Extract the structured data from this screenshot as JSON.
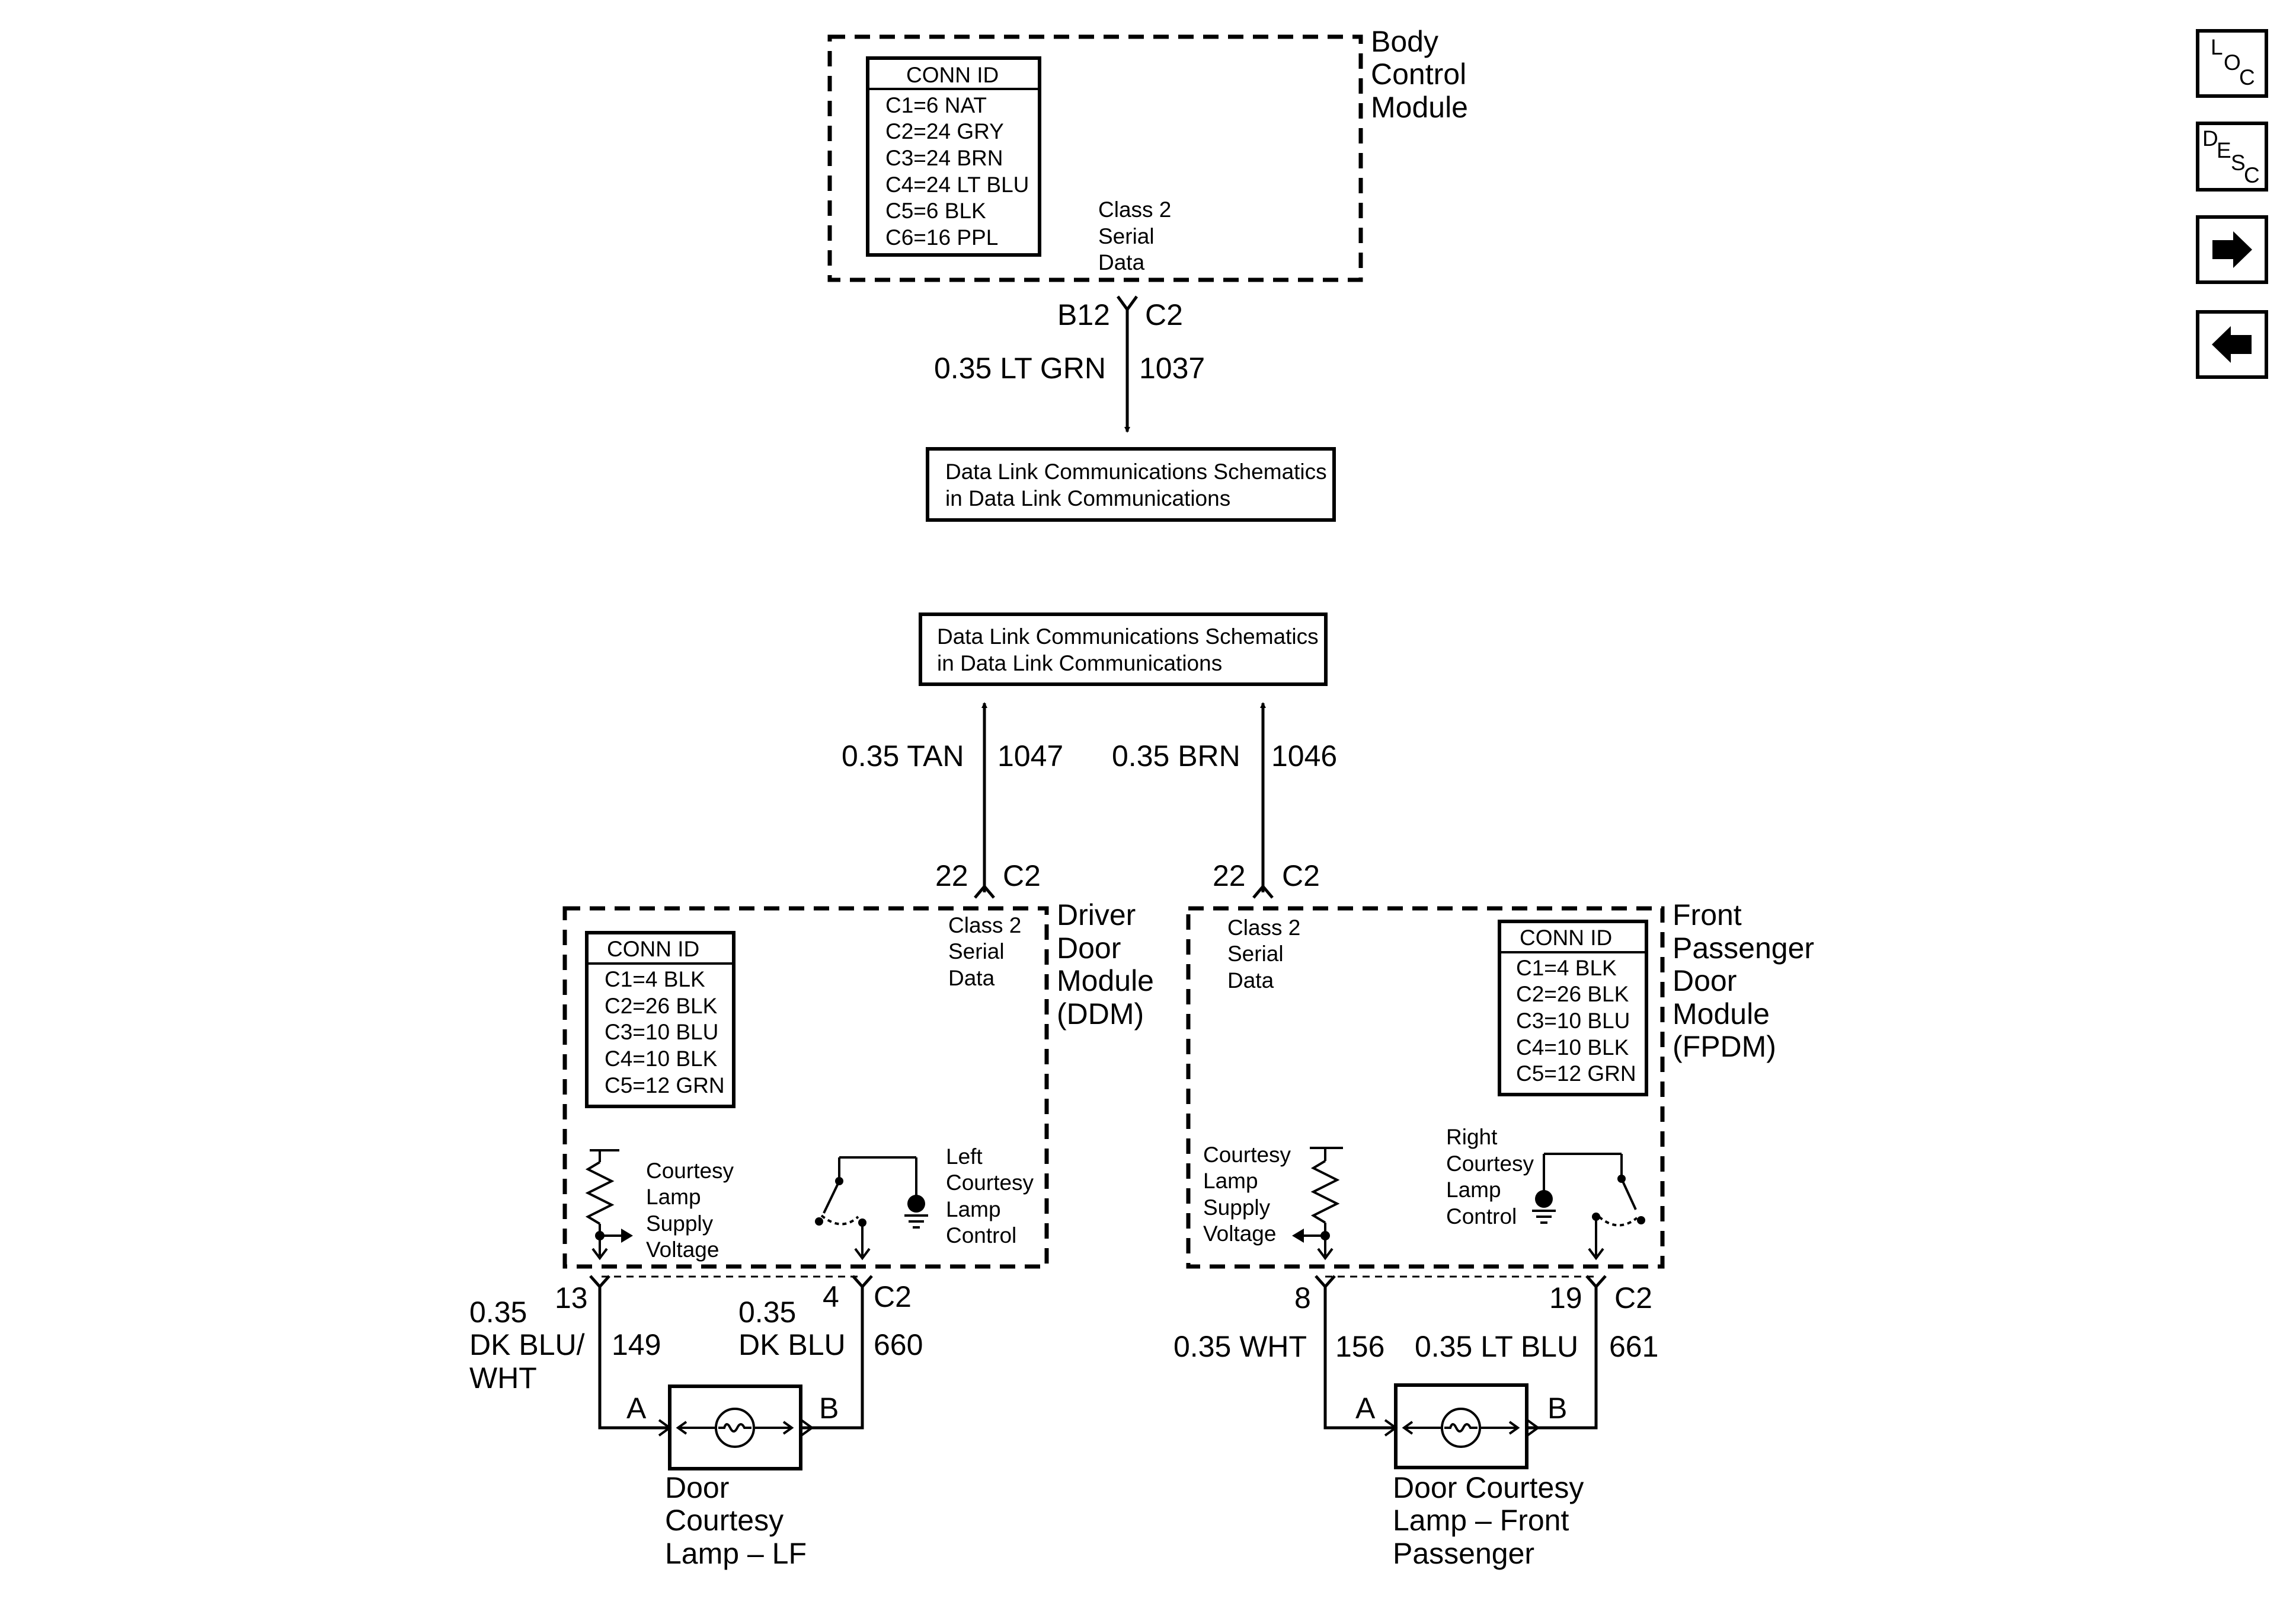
{
  "nav": {
    "loc": {
      "l1": "L",
      "l2": "O",
      "l3": "C"
    },
    "desc": {
      "l1": "D",
      "l2": "E",
      "l3": "S",
      "l4": "C"
    },
    "next_icon": "arrow-right-icon",
    "prev_icon": "arrow-left-icon"
  },
  "bcm": {
    "name": [
      "Body",
      "Control",
      "Module"
    ],
    "conn_title": "CONN ID",
    "conn": [
      "C1=6 NAT",
      "C2=24 GRY",
      "C3=24 BRN",
      "C4=24 LT BLU",
      "C5=6 BLK",
      "C6=16 PPL"
    ],
    "serial": [
      "Class 2",
      "Serial",
      "Data"
    ],
    "pin": "B12",
    "connector": "C2",
    "wire_color": "0.35 LT GRN",
    "circuit": "1037"
  },
  "dl_top": {
    "line1": "Data Link Communications Schematics",
    "line2": "in Data Link Communications"
  },
  "dl_mid": {
    "line1": "Data Link Communications Schematics",
    "line2": "in Data Link Communications"
  },
  "ddm_link": {
    "wire_color": "0.35 TAN",
    "circuit": "1047",
    "pin": "22",
    "connector": "C2"
  },
  "fpdm_link": {
    "wire_color": "0.35 BRN",
    "circuit": "1046",
    "pin": "22",
    "connector": "C2"
  },
  "ddm": {
    "name": [
      "Driver",
      "Door",
      "Module",
      "(DDM)"
    ],
    "conn_title": "CONN ID",
    "conn": [
      "C1=4 BLK",
      "C2=26 BLK",
      "C3=10 BLU",
      "C4=10 BLK",
      "C5=12 GRN"
    ],
    "serial": [
      "Class 2",
      "Serial",
      "Data"
    ],
    "supply": [
      "Courtesy",
      "Lamp",
      "Supply",
      "Voltage"
    ],
    "control": [
      "Left",
      "Courtesy",
      "Lamp",
      "Control"
    ]
  },
  "fpdm": {
    "name": [
      "Front",
      "Passenger",
      "Door",
      "Module",
      "(FPDM)"
    ],
    "conn_title": "CONN ID",
    "conn": [
      "C1=4 BLK",
      "C2=26 BLK",
      "C3=10 BLU",
      "C4=10 BLK",
      "C5=12 GRN"
    ],
    "serial": [
      "Class 2",
      "Serial",
      "Data"
    ],
    "supply": [
      "Courtesy",
      "Lamp",
      "Supply",
      "Voltage"
    ],
    "control": [
      "Right",
      "Courtesy",
      "Lamp",
      "Control"
    ]
  },
  "lf": {
    "pin_a": "13",
    "pin_b": "4",
    "connector": "C2",
    "wire_a": [
      "0.35",
      "DK BLU/",
      "WHT"
    ],
    "circuit_a": "149",
    "wire_b": [
      "0.35",
      "DK BLU"
    ],
    "circuit_b": "660",
    "term_a": "A",
    "term_b": "B",
    "lamp_name": [
      "Door",
      "Courtesy",
      "Lamp – LF"
    ]
  },
  "fp": {
    "pin_a": "8",
    "pin_b": "19",
    "connector": "C2",
    "wire_a": "0.35 WHT",
    "circuit_a": "156",
    "wire_b": "0.35 LT BLU",
    "circuit_b": "661",
    "term_a": "A",
    "term_b": "B",
    "lamp_name": [
      "Door Courtesy",
      "Lamp – Front",
      "Passenger"
    ]
  }
}
